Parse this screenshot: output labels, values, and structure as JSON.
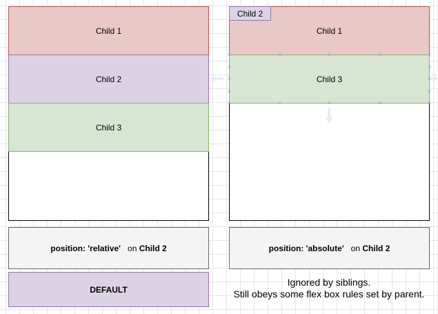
{
  "left": {
    "child1": "Child 1",
    "child2": "Child 2",
    "child3": "Child 3",
    "caption_prefix": "position: 'relative'",
    "caption_mid": "on",
    "caption_target": "Child 2",
    "default_label": "DEFAULT"
  },
  "right": {
    "child2_tag": "Child 2",
    "child1": "Child 1",
    "child3": "Child 3",
    "caption_prefix": "position: 'absolute'",
    "caption_mid": "on",
    "caption_target": "Child 2",
    "note_line1": "Ignored by siblings.",
    "note_line2": "Still obeys some flex box rules set by parent."
  },
  "colors": {
    "child1_fill": "#e8c9c6",
    "child2_fill": "#dcd2e6",
    "child3_fill": "#d6e6d3",
    "caption_fill": "#f4f4f4",
    "selection": "#7ea6e0"
  }
}
